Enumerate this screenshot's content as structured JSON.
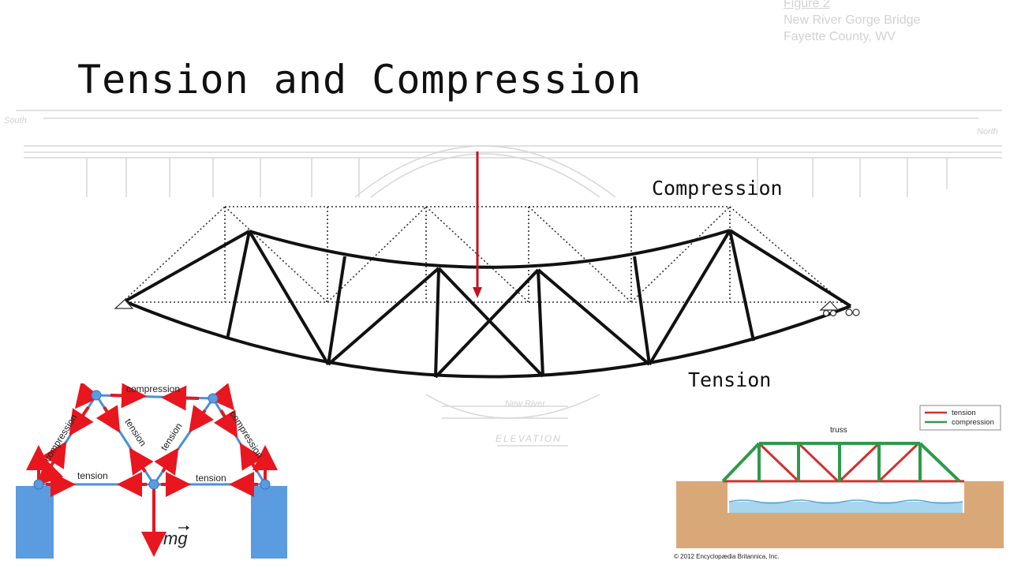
{
  "slide": {
    "title": "Tension and Compression",
    "figure_caption": {
      "number": "Figure 2",
      "line1": "New River Gorge Bridge",
      "line2": "Fayette County, WV"
    },
    "background_drawing": {
      "label": "ELEVATION",
      "river": "New River",
      "south": "South",
      "north": "North"
    },
    "main_diagram": {
      "compression_label": "Compression",
      "tension_label": "Tension",
      "load_color": "#c0141e"
    },
    "force_diagram": {
      "labels": {
        "top": "compression",
        "left_diagonal": "compression",
        "right_diagonal": "compression",
        "inner_left": "tension",
        "inner_right": "tension",
        "bottom_left": "tension",
        "bottom_right": "tension",
        "weight": "mg"
      },
      "arrow_color": "#e8161e",
      "member_color": "#4a90d9",
      "support_color": "#5b9be0"
    },
    "truss_diagram": {
      "title": "truss",
      "legend": [
        "tension",
        "compression"
      ],
      "tension_color": "#d32f2f",
      "compression_color": "#2e9a4a",
      "credit": "© 2012 Encyclopædia Britannica, Inc."
    }
  }
}
